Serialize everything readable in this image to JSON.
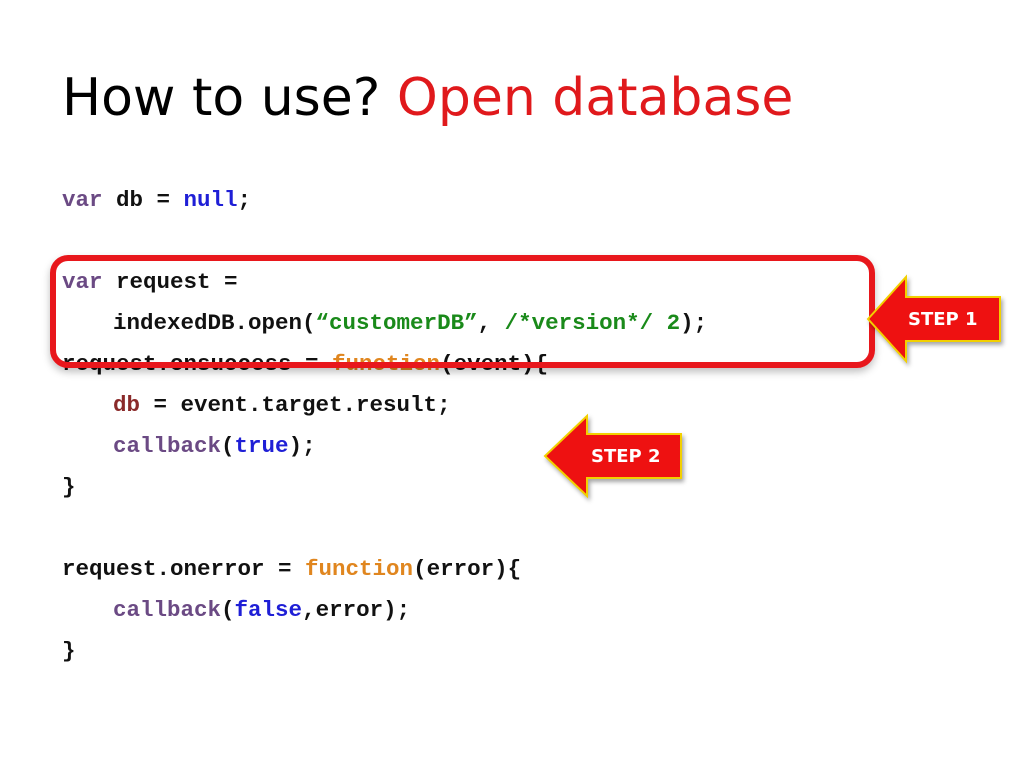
{
  "slide": {
    "title_main": "How to use?",
    "title_accent": "Open database"
  },
  "code": {
    "l1": {
      "kw": "var",
      "t1": " db = ",
      "lit": "null",
      "t2": ";"
    },
    "l3": {
      "kw": "var",
      "t1": " request ="
    },
    "l4": {
      "t1": "indexedDB.open(",
      "str": "“customerDB”",
      "t2": ", ",
      "cmt": "/*version*/ 2",
      "t3": ");"
    },
    "l5": {
      "t1": "request.onsuccess = ",
      "fn": "function",
      "t2": "(event){"
    },
    "l6": {
      "var": "db",
      "t1": " = event.target.result;"
    },
    "l7": {
      "kw": "callback",
      "t1": "(",
      "lit": "true",
      "t2": ");"
    },
    "l8": {
      "t1": "}"
    },
    "l10": {
      "t1": "request.onerror = ",
      "fn": "function",
      "t2": "(error){"
    },
    "l11": {
      "kw": "callback",
      "t1": "(",
      "lit": "false",
      "t2": ",error);"
    },
    "l12": {
      "t1": "}"
    }
  },
  "callouts": {
    "step1": "STEP 1",
    "step2": "STEP 2"
  },
  "colors": {
    "accent_red": "#e0191c",
    "keyword_purple": "#6b4a84",
    "literal_blue": "#1f1fd6",
    "function_orange": "#e0861f",
    "string_green": "#1a8a1a"
  }
}
